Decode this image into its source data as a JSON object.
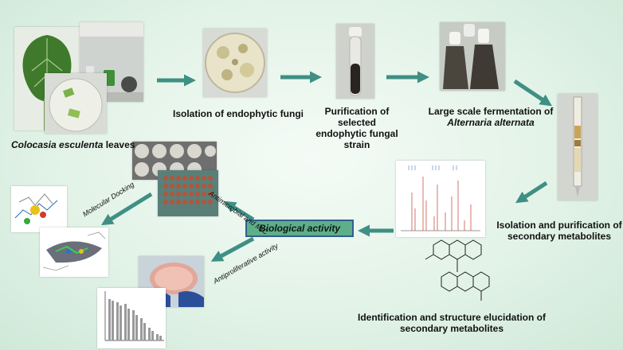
{
  "labels": {
    "leaves_species": "Colocasia esculenta",
    "leaves_word": " leaves",
    "isolation": "Isolation of endophytic fungi",
    "purification_1": "Purification of selected",
    "purification_2": "endophytic fungal strain",
    "fermentation_1": "Large scale fermentation of",
    "fermentation_2": "Alternaria alternata",
    "isolation_purif_1": "Isolation and purification of",
    "isolation_purif_2": "secondary metabolites",
    "identification_1": "Identification and structure elucidation of",
    "identification_2": "secondary metabolites",
    "biological_activity": "Biological activity",
    "antimicrobial": "Antimicrobial and MIC",
    "antiproliferative": "Antiproliferative activity",
    "docking": "Molecular Docking"
  },
  "colors": {
    "arrow": "#3f8f84",
    "box_fill": "#5fae8a",
    "box_border": "#2f5f8f"
  }
}
